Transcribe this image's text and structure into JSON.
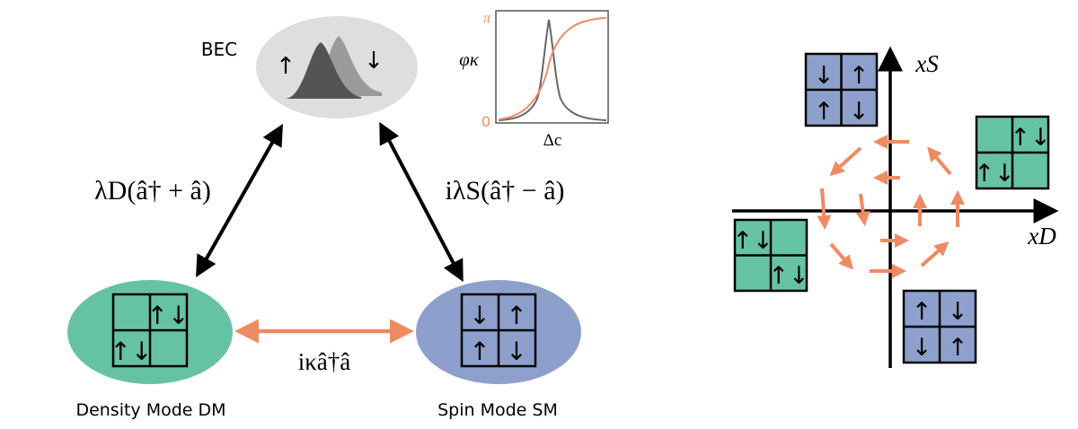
{
  "labels": {
    "bec": "BEC",
    "density_mode": "Density Mode DM",
    "spin_mode": "Spin Mode SM"
  },
  "couplings": {
    "density_coupling": "λD(â† + â)",
    "spin_coupling": "iλS(â† − â)",
    "dissipative_coupling": "iκâ†â"
  },
  "inset": {
    "ylabel": "φκ",
    "xlabel": "Δc",
    "ytick_top": "π",
    "ytick_bottom": "0"
  },
  "phase_space": {
    "x_axis_label": "xD",
    "y_axis_label": "xS"
  },
  "spin_glyphs": {
    "up": "↑",
    "down": "↓",
    "up_down": "↑↓"
  },
  "colors": {
    "bec_fill": "#dedede",
    "density_mode": "#66c2a5",
    "spin_mode": "#8da0cb",
    "arrow_orange": "#f08a62",
    "arrow_black": "#000000",
    "inset_gray_curve": "#666666",
    "inset_orange_curve": "#f08a62"
  }
}
